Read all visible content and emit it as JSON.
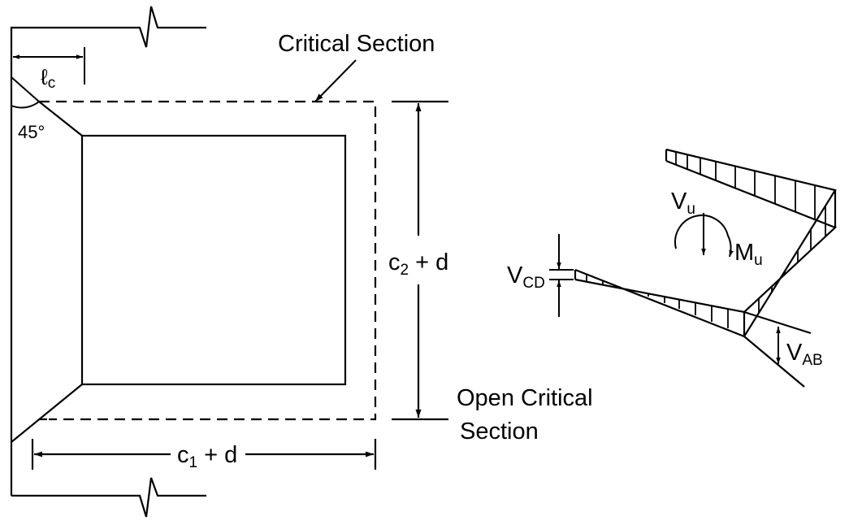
{
  "labels": {
    "critical_section": "Critical Section",
    "open_critical_1": "Open Critical",
    "open_critical_2": "Section",
    "angle": "45°",
    "lc_main": "ℓ",
    "lc_sub": "c",
    "c2_main": "c",
    "c2_sub": "2",
    "c2_rest": " + d",
    "c1_main": "c",
    "c1_sub": "1",
    "c1_rest": " + d",
    "vu_main": "V",
    "vu_sub": "u",
    "mu_main": "M",
    "mu_sub": "u",
    "vcd_main": "V",
    "vcd_sub": "CD",
    "vab_main": "V",
    "vab_sub": "AB"
  },
  "colors": {
    "ink": "#000000",
    "paper": "#ffffff"
  }
}
